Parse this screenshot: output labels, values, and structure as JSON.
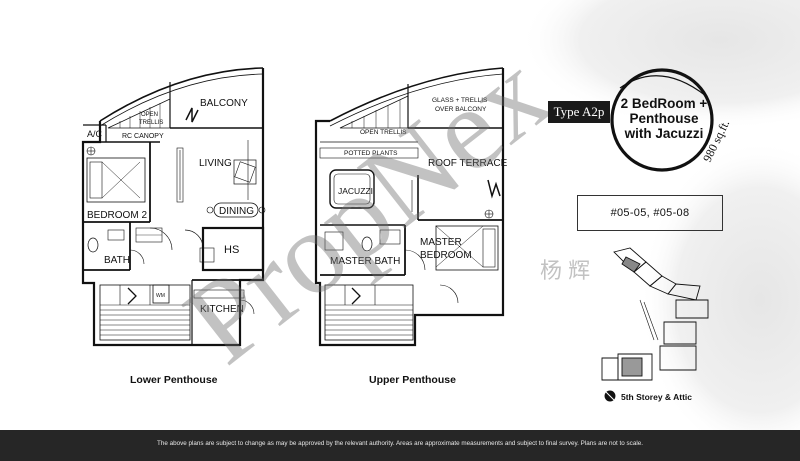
{
  "unit": {
    "type_badge": "Type A2p",
    "description_line1": "2 BedRoom +",
    "description_line2": "Penthouse",
    "description_line3": "with Jacuzzi",
    "area": "980 sq.ft.",
    "unit_numbers": "#05-05, #05-08"
  },
  "plans": {
    "lower": {
      "caption": "Lower Penthouse",
      "rooms": {
        "balcony": "BALCONY",
        "open_trellis": "OPEN",
        "open_trellis2": "TRELLIS",
        "ac": "A/C",
        "rc_canopy": "RC CANOPY",
        "living": "LIVING",
        "bedroom2": "BEDROOM 2",
        "dining": "DINING",
        "bath": "BATH",
        "hs": "HS",
        "kitchen": "KITCHEN",
        "wm": "WM"
      }
    },
    "upper": {
      "caption": "Upper Penthouse",
      "rooms": {
        "glass_trellis1": "GLASS + TRELLIS",
        "glass_trellis2": "OVER BALCONY",
        "open_trellis": "OPEN TRELLIS",
        "potted_plants": "POTTED PLANTS",
        "roof_terrace": "ROOF TERRACE",
        "jacuzzi": "JACUZZI",
        "master_bedroom1": "MASTER",
        "master_bedroom2": "BEDROOM",
        "master_bath": "MASTER BATH"
      }
    }
  },
  "key_plan": {
    "label": "5th Storey & Attic"
  },
  "watermark": {
    "text": "PropNex",
    "chinese": "杨 辉"
  },
  "footer": {
    "disclaimer": "The above plans are subject to change as may be approved by the relevant authority. Areas are approximate measurements and subject to final survey. Plans are not to scale."
  }
}
